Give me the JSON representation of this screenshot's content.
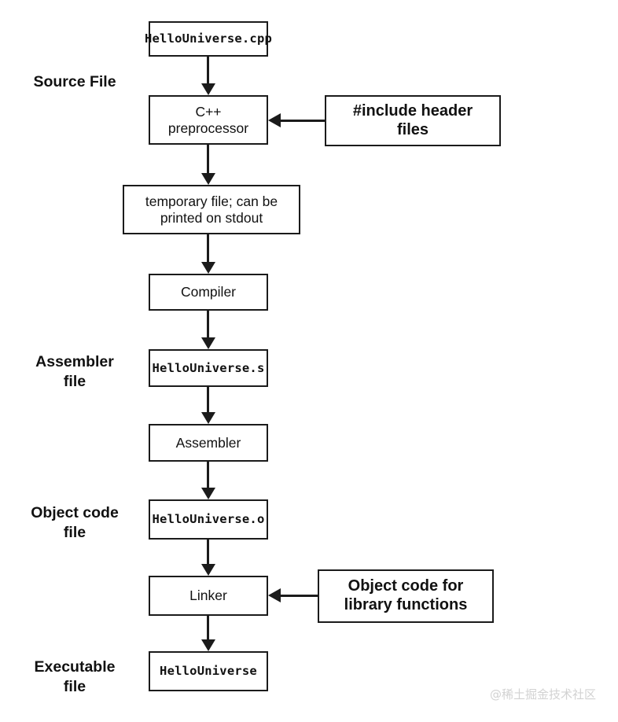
{
  "diagram": {
    "title": "C++ compilation pipeline",
    "stage_labels": [
      {
        "id": "source-file",
        "text": "Source File"
      },
      {
        "id": "assembler-file",
        "text": "Assembler\nfile"
      },
      {
        "id": "object-code-file",
        "text": "Object code\nfile"
      },
      {
        "id": "executable-file",
        "text": "Executable\nfile"
      }
    ],
    "nodes": [
      {
        "id": "hellouniverse-cpp",
        "label": "HelloUniverse.cpp",
        "style": "mono"
      },
      {
        "id": "cpp-preprocessor",
        "label": "C++\npreprocessor",
        "style": "sans"
      },
      {
        "id": "temporary-file",
        "label": "temporary file; can be\nprinted on stdout",
        "style": "sans"
      },
      {
        "id": "compiler",
        "label": "Compiler",
        "style": "sans"
      },
      {
        "id": "hellouniverse-s",
        "label": "HelloUniverse.s",
        "style": "mono"
      },
      {
        "id": "assembler",
        "label": "Assembler",
        "style": "sans"
      },
      {
        "id": "hellouniverse-o",
        "label": "HelloUniverse.o",
        "style": "mono"
      },
      {
        "id": "linker",
        "label": "Linker",
        "style": "sans"
      },
      {
        "id": "hellouniverse",
        "label": "HelloUniverse",
        "style": "mono"
      }
    ],
    "side_nodes": [
      {
        "id": "include-header-files",
        "label": "#include header\nfiles",
        "style": "sans-bold",
        "targets": "cpp-preprocessor"
      },
      {
        "id": "object-code-library",
        "label": "Object code for\nlibrary functions",
        "style": "sans-bold",
        "targets": "linker"
      }
    ],
    "colors": {
      "stroke": "#1b1b1b",
      "text": "#111111",
      "background": "#ffffff",
      "watermark": "#d2d2d2"
    }
  },
  "watermark": {
    "text": "@稀土掘金技术社区"
  }
}
